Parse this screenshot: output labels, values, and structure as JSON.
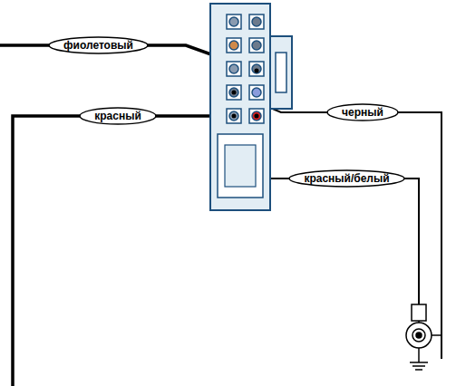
{
  "diagram": {
    "nodes": [
      {
        "text": [
          "фиолетовый"
        ]
      },
      {
        "text": [
          "красный"
        ]
      },
      {
        "text": [
          "черный"
        ]
      },
      {
        "text": [
          "красный/белый"
        ]
      }
    ]
  }
}
